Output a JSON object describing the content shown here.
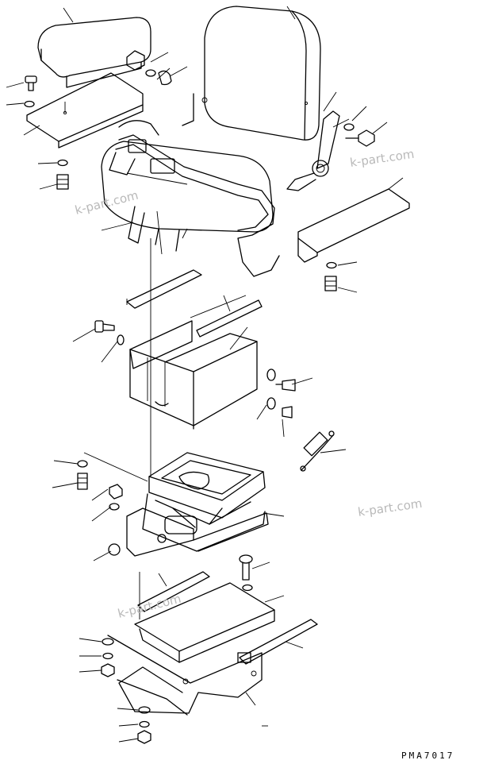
{
  "drawing_code": "PMA7017",
  "watermarks": [
    "k-part.com",
    "k-part.com",
    "k-part.com",
    "k-part.com"
  ]
}
